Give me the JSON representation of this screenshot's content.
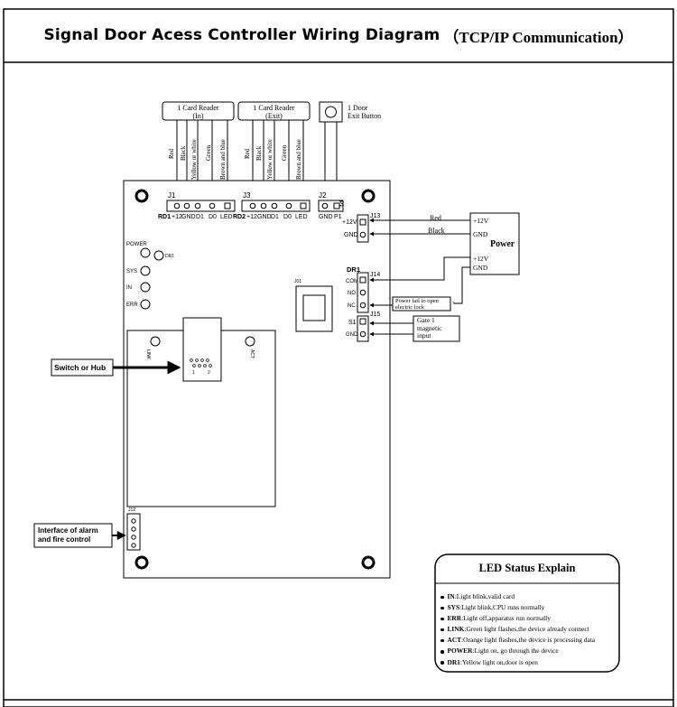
{
  "title": {
    "main": "Signal Door Acess Controller Wiring Diagram",
    "sub": "（TCP/IP Communication）"
  },
  "readers": [
    {
      "label_line1": "1 Card Reader",
      "label_line2": "(In)",
      "header": "J1",
      "port": "RD1",
      "pins": [
        "+12",
        "GND",
        "D1",
        "D0",
        "LED"
      ],
      "wires": [
        "Red",
        "Black",
        "Yellow or white",
        "Green",
        "Brown and blue"
      ]
    },
    {
      "label_line1": "1 Card Reader",
      "label_line2": "(Exit)",
      "header": "J3",
      "port": "RD2",
      "pins": [
        "+12",
        "GND",
        "D1",
        "D0",
        "LED"
      ],
      "wires": [
        "Red",
        "Black",
        "Yellow or white",
        "Green",
        "Brown and blue"
      ]
    }
  ],
  "exit_button": {
    "line1": "1 Door",
    "line2": "Exit Button",
    "header": "J2",
    "pins": [
      "GND",
      "P1"
    ],
    "tag": "P1"
  },
  "power_header": {
    "header": "J13",
    "pins": [
      "+12V",
      "GND"
    ]
  },
  "power": {
    "label": "Power",
    "pin_plus": "+12V",
    "pin_gnd": "GND",
    "pin_plus2": "+12V",
    "pin_gnd2": "GND",
    "wire_red": "Red",
    "wire_black": "Black"
  },
  "relay_header": {
    "group": "DR1",
    "header": "J14",
    "pins": [
      "COM",
      "NO",
      "NC"
    ]
  },
  "lock": {
    "line1": "Power fail to open",
    "line2": "electric lock",
    "plus": "+",
    "minus": "-"
  },
  "sensor_header": {
    "header": "J15",
    "pins": [
      "S1",
      "GND"
    ]
  },
  "sensor": {
    "line1": "Gate 1",
    "line2": "magnetic",
    "line3": "input"
  },
  "relay_chip": "J01",
  "status_leds": [
    "POWER",
    "SYS",
    "IN",
    "ERR"
  ],
  "dr1_led": "DR1",
  "network": {
    "switch_label": "Switch or Hub",
    "link_led": "LINK",
    "act_led": "ACT",
    "rj45_pin_a": "1",
    "rj45_pin_b": "2"
  },
  "alarm": {
    "header": "J12",
    "label_line1": "Interface of alarm",
    "label_line2": "and fire control"
  },
  "led_status": {
    "title": "LED Status Explain",
    "items": [
      {
        "key": "IN",
        "desc": ":Light blink,valid card"
      },
      {
        "key": "SYS",
        "desc": ":Light blink,CPU runs normally"
      },
      {
        "key": "ERR",
        "desc": ":Light off,apparatus run normally"
      },
      {
        "key": "LINK",
        "desc": ":Green light flashes,the device already connect"
      },
      {
        "key": "ACT",
        "desc": ":Orange light flashes,the device is processing data"
      },
      {
        "key": "POWER",
        "desc": ":Light on, go through the device"
      },
      {
        "key": "DR1",
        "desc": ":Yellow light on,door is open"
      }
    ]
  }
}
